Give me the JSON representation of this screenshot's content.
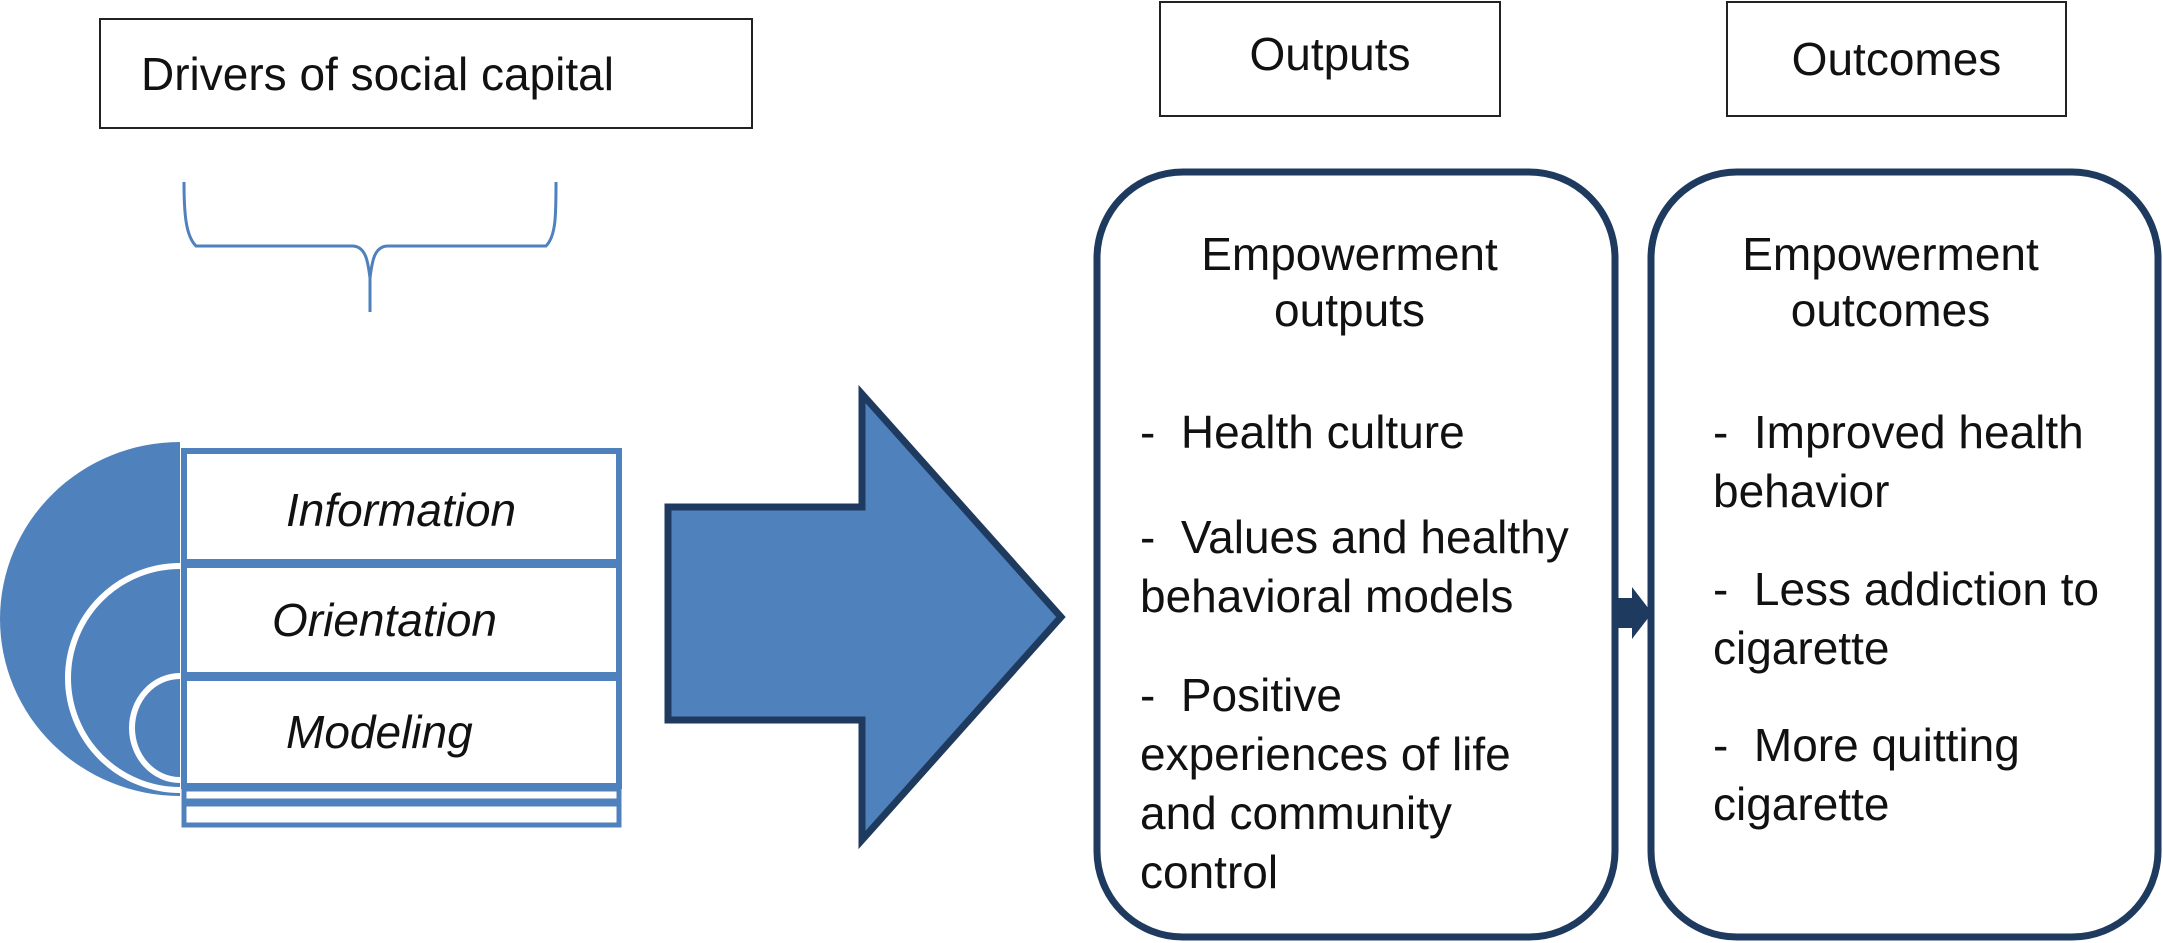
{
  "colors": {
    "fill_blue": "#4f81bd",
    "border_dark": "#1f3a5f",
    "row_border": "#4f81bd",
    "text": "#111111"
  },
  "header": {
    "drivers": "Drivers of social capital",
    "outputs": "Outputs",
    "outcomes": "Outcomes"
  },
  "drivers": {
    "rows": [
      "Information",
      "Orientation",
      "Modeling"
    ]
  },
  "outputs_panel": {
    "title_line1": "Empowerment",
    "title_line2": "outputs",
    "items": [
      "-  Health culture",
      "-  Values and healthy",
      "behavioral models",
      "-  Positive",
      "experiences of life",
      "and community",
      "control"
    ]
  },
  "outcomes_panel": {
    "title_line1": "Empowerment",
    "title_line2": "outcomes",
    "items": [
      "-  Improved health",
      "behavior",
      "-  Less addiction to",
      "cigarette",
      "-  More quitting",
      "cigarette"
    ]
  }
}
